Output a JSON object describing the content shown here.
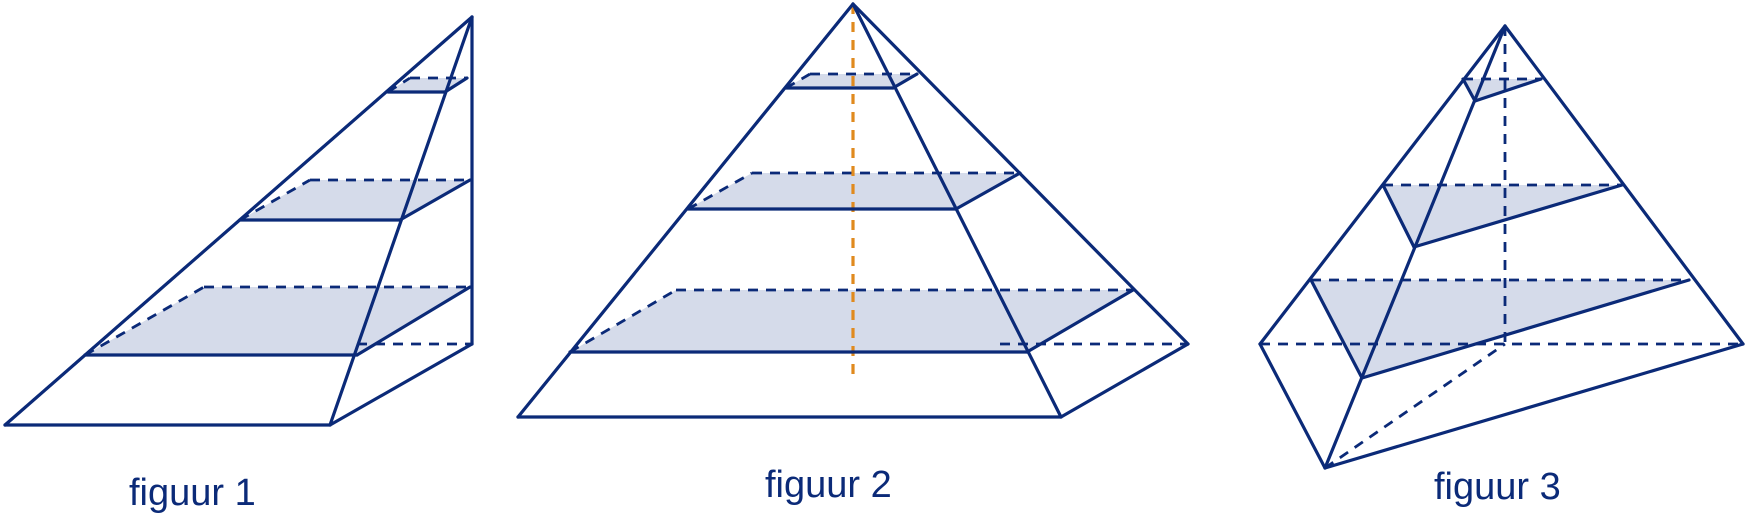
{
  "figures": [
    {
      "caption": "figuur 1"
    },
    {
      "caption": "figuur 2"
    },
    {
      "caption": "figuur 3"
    }
  ],
  "colors": {
    "edge": "#0b2a78",
    "section_fill": "#d5dbea",
    "axis": "#e08a1e"
  }
}
